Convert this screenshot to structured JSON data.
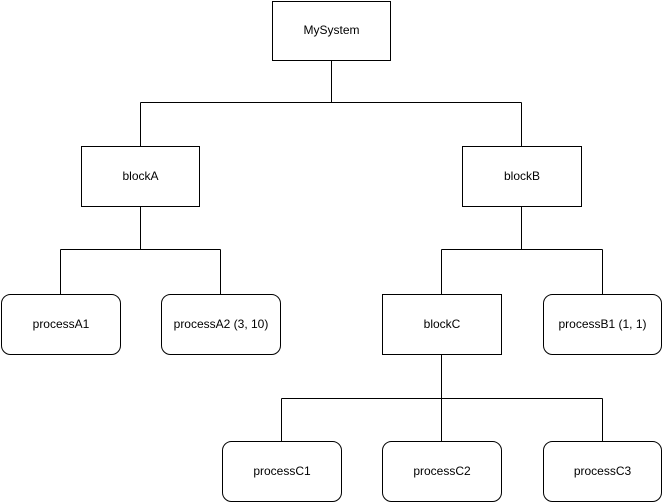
{
  "diagram": {
    "nodes": {
      "mysystem": "MySystem",
      "blockA": "blockA",
      "blockB": "blockB",
      "processA1": "processA1",
      "processA2": "processA2 (3, 10)",
      "blockC": "blockC",
      "processB1": "processB1 (1, 1)",
      "processC1": "processC1",
      "processC2": "processC2",
      "processC3": "processC3"
    },
    "edges": [
      [
        "mysystem",
        "blockA"
      ],
      [
        "mysystem",
        "blockB"
      ],
      [
        "blockA",
        "processA1"
      ],
      [
        "blockA",
        "processA2"
      ],
      [
        "blockB",
        "blockC"
      ],
      [
        "blockB",
        "processB1"
      ],
      [
        "blockC",
        "processC1"
      ],
      [
        "blockC",
        "processC2"
      ],
      [
        "blockC",
        "processC3"
      ]
    ],
    "colors": {
      "stroke": "#000000",
      "fill": "#ffffff",
      "text": "#000000"
    }
  }
}
